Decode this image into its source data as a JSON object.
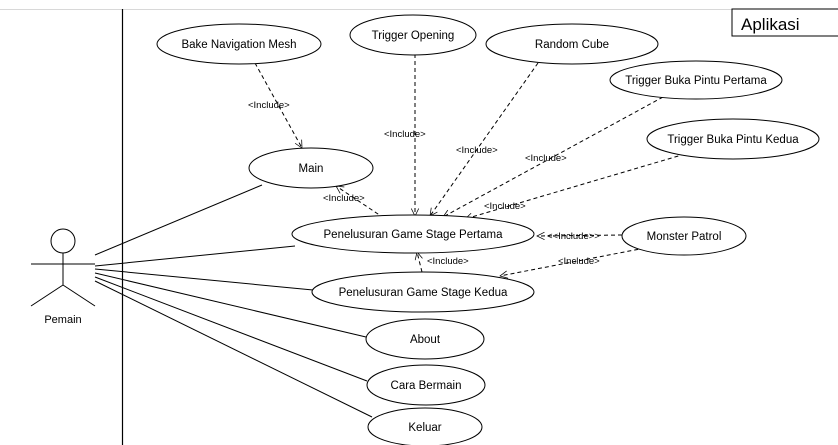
{
  "system": {
    "title": "Aplikasi"
  },
  "actor": {
    "name": "Pemain"
  },
  "use_cases": {
    "bake": "Bake Navigation Mesh",
    "trigger_opening": "Trigger Opening",
    "random_cube": "Random Cube",
    "trigger_pintu_1": "Trigger Buka Pintu Pertama",
    "trigger_pintu_2": "Trigger Buka Pintu Kedua",
    "main": "Main",
    "stage1": "Penelusuran Game Stage Pertama",
    "monster": "Monster Patrol",
    "stage2": "Penelusuran Game Stage Kedua",
    "about": "About",
    "cara": "Cara Bermain",
    "keluar": "Keluar"
  },
  "relations": {
    "include": "<Include>",
    "include_brackets": "<<Include>>"
  },
  "colors": {
    "line": "#000000",
    "background": "#ffffff"
  }
}
